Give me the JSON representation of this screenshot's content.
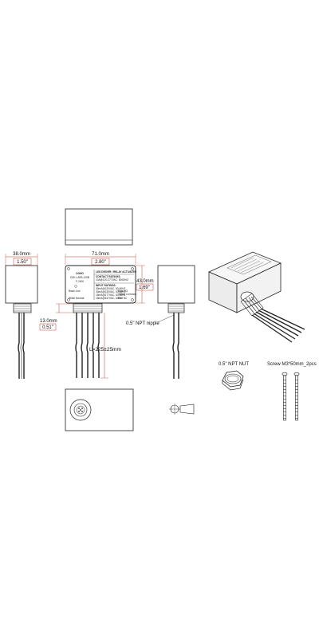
{
  "dimensions": {
    "width_mm": "38.0mm",
    "width_in": "1.50\"",
    "length_mm": "71.0mm",
    "length_in": "2.80\"",
    "height_mm": "43.0mm",
    "height_in": "1.69\"",
    "nipple_mm": "13.0mm",
    "nipple_in": "0.51\"",
    "wire_length": "L=225±25mm"
  },
  "callouts": {
    "nipple": "0.5\" NPT nipple",
    "nut": "0.5\" NPT NUT",
    "screw": "Screw M3*50mm_2pcs"
  },
  "label": {
    "brand": "OOHO",
    "model": "DZK-LAB3-120B",
    "code": "F-2400",
    "header": "LED DRIVER / RELAY ACTIVATED",
    "contact_title": "CONTACT RATINGS:",
    "contact_line": "10A@120-277VAC, 50/60HZ",
    "input_title": "INPUT RATINGS:",
    "input_lines": [
      "30mA@120VAC, 50-60HZ",
      "30mA@230VAC, 50-60HZ",
      "15mA@277VAC, 50-60HZ",
      "15mA@347VAC, 60HZ"
    ],
    "wire_label_1": "Black Line",
    "wire_label_2": "White Neutral",
    "wire_label_3": "Blue NO",
    "wire_label_4": "Yellow Common",
    "wire_label_5": "Red NC"
  },
  "colors": {
    "dimension": "#c0392b",
    "line": "#222222"
  }
}
